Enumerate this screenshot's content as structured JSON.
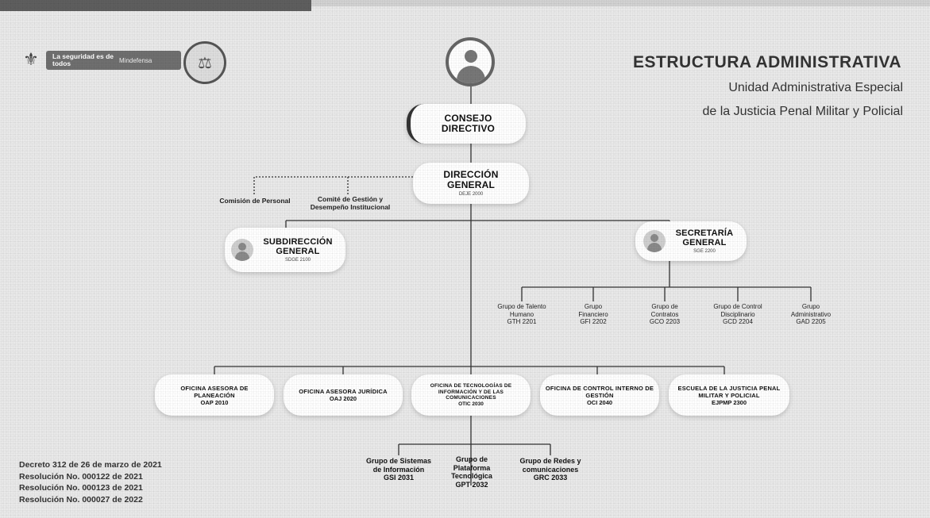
{
  "header": {
    "title": "ESTRUCTURA ADMINISTRATIVA",
    "subtitle_1": "Unidad Administrativa Especial",
    "subtitle_2": "de la Justicia Penal Militar y Policial"
  },
  "logos": {
    "slogan": "La seguridad es de todos",
    "ministry": "Mindefensa"
  },
  "top": {
    "consejo": "CONSEJO DIRECTIVO",
    "direccion": "DIRECCIÓN GENERAL",
    "direccion_code": "DEJE 2000"
  },
  "committees": {
    "comision": "Comisión de Personal",
    "comite": "Comité de Gestión y Desempeño Institucional"
  },
  "subdireccion": {
    "title": "SUBDIRECCIÓN GENERAL",
    "code": "SDGE 2100"
  },
  "secretaria": {
    "title": "SECRETARÍA GENERAL",
    "code": "SGE 2200"
  },
  "secretaria_groups": [
    {
      "name": "Grupo de Talento Humano",
      "code": "GTH 2201"
    },
    {
      "name": "Grupo Financiero",
      "code": "GFI 2202"
    },
    {
      "name": "Grupo de Contratos",
      "code": "GCO 2203"
    },
    {
      "name": "Grupo de Control Disciplinario",
      "code": "GCD 2204"
    },
    {
      "name": "Grupo Administrativo",
      "code": "GAD 2205"
    }
  ],
  "offices": [
    {
      "name": "OFICINA ASESORA DE PLANEACIÓN",
      "code": "OAP 2010"
    },
    {
      "name": "OFICINA ASESORA JURÍDICA",
      "code": "OAJ 2020"
    },
    {
      "name": "OFICINA DE TECNOLOGÍAS DE INFORMACIÓN Y DE LAS COMUNICACIONES",
      "code": "OTIC 2030"
    },
    {
      "name": "OFICINA DE CONTROL INTERNO DE GESTIÓN",
      "code": "OCI 2040"
    },
    {
      "name": "ESCUELA DE LA JUSTICIA PENAL MILITAR Y POLICIAL",
      "code": "EJPMP 2300"
    }
  ],
  "otic_groups": [
    {
      "name": "Grupo de Sistemas de Información",
      "code": "GSI 2031"
    },
    {
      "name": "Grupo de Plataforma Tecnológica",
      "code": "GPT 2032"
    },
    {
      "name": "Grupo de Redes y comunicaciones",
      "code": "GRC 2033"
    }
  ],
  "notes": [
    "Decreto 312 de 26 de marzo de 2021",
    "Resolución No. 000122 de 2021",
    "Resolución No. 000123 de 2021",
    "Resolución No. 000027 de 2022"
  ],
  "colors": {
    "line": "#333333",
    "box": "#ffffff",
    "accent": "#5e5e5e"
  }
}
